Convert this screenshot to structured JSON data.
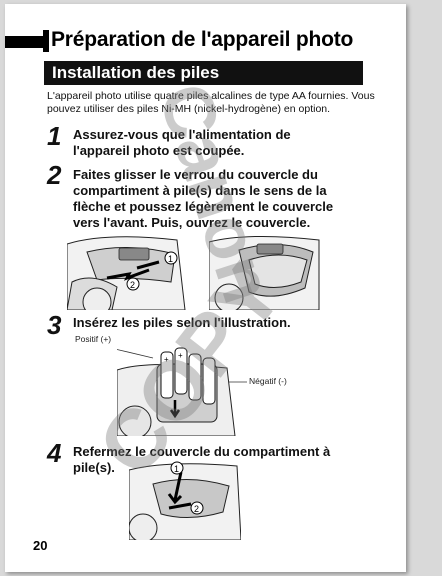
{
  "document": {
    "title": "Préparation de l'appareil photo",
    "section_title": "Installation des piles",
    "intro": "L'appareil photo utilise quatre piles alcalines de type AA fournies. Vous pouvez utiliser des piles Ni-MH (nickel-hydrogène) en option.",
    "steps": [
      {
        "number": "1",
        "text_lines": [
          "Assurez-vous que l'alimentation de",
          "l'appareil photo est coupée."
        ]
      },
      {
        "number": "2",
        "text_lines": [
          "Faites glisser le verrou du couvercle du",
          "compartiment à pile(s) dans le sens de la",
          "flèche et poussez légèrement le couvercle",
          "vers l'avant. Puis, ouvrez le couvercle."
        ]
      },
      {
        "number": "3",
        "text_lines": [
          "Insérez les piles selon l'illustration."
        ]
      },
      {
        "number": "4",
        "text_lines": [
          "Refermez le couvercle du compartiment à",
          "pile(s)."
        ]
      }
    ],
    "labels": {
      "positive": "Positif (+)",
      "negative": "Négatif (-)",
      "callout_1": "1",
      "callout_2": "2"
    },
    "page_number": "20"
  },
  "watermark": {
    "brand": "Canon",
    "copy": "COPY"
  }
}
